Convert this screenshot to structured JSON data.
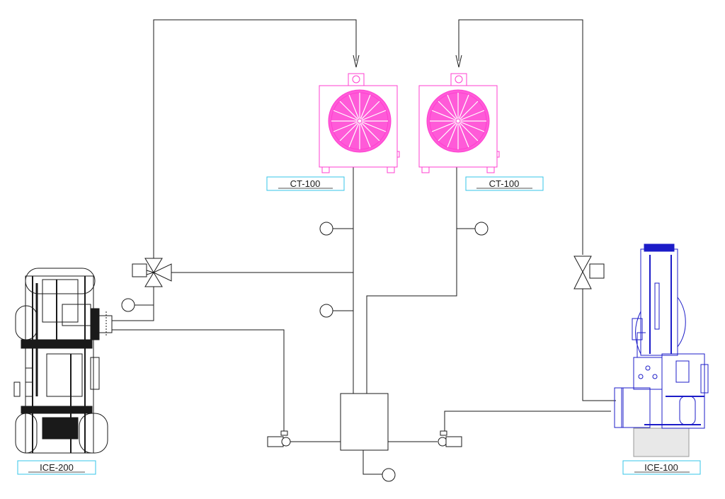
{
  "diagram": {
    "equipment": {
      "cooling_tower_1": {
        "tag": "CT-100"
      },
      "cooling_tower_2": {
        "tag": "CT-100"
      },
      "ice_machine_left": {
        "tag": "ICE-200"
      },
      "ice_machine_right": {
        "tag": "ICE-100"
      }
    },
    "colors": {
      "pipe": "#1a1a1a",
      "cooling_tower": "#ff3fd0",
      "tag_box": "#35c5e8",
      "ice_200": "#1a1a1a",
      "ice_100": "#1c1cc8"
    }
  }
}
